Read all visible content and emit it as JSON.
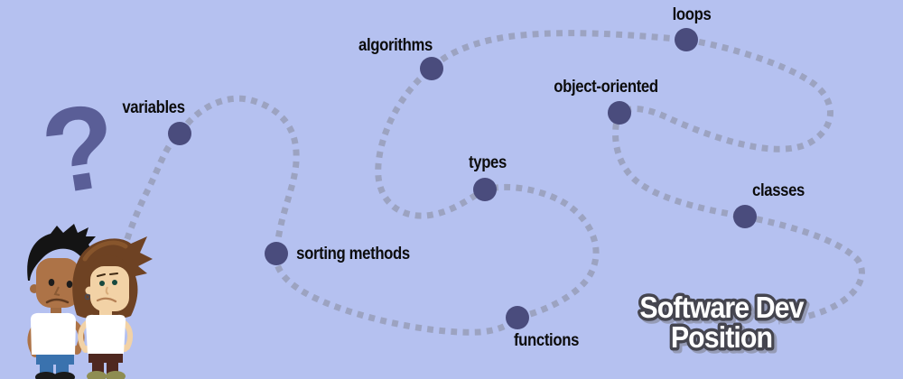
{
  "title": "Software developer learning path illustration",
  "nodes": [
    {
      "id": "variables",
      "label": "variables"
    },
    {
      "id": "sorting-methods",
      "label": "sorting methods"
    },
    {
      "id": "functions",
      "label": "functions"
    },
    {
      "id": "types",
      "label": "types"
    },
    {
      "id": "algorithms",
      "label": "algorithms"
    },
    {
      "id": "loops",
      "label": "loops"
    },
    {
      "id": "object-oriented",
      "label": "object-oriented"
    },
    {
      "id": "classes",
      "label": "classes"
    }
  ],
  "destination": {
    "line1": "Software Dev",
    "line2": "Position"
  },
  "icons": {
    "question_mark": "?"
  },
  "colors": {
    "background": "#b5c1f0",
    "path_dash": "#9ca3c1",
    "node_dot": "#4a4c7d",
    "label_text": "#0c0c0c",
    "question_mark": "#5a5e97",
    "destination_fill": "#ffffff",
    "destination_outline": "#45454f"
  }
}
